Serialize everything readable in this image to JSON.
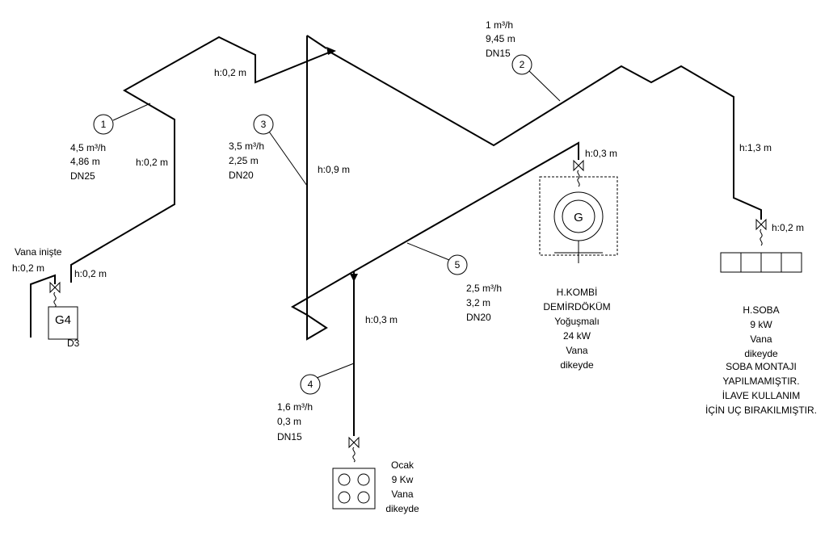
{
  "segments": [
    {
      "number": "1",
      "flow": "4,5 m³/h",
      "length": "4,86 m",
      "dn": "DN25"
    },
    {
      "number": "2",
      "flow": "1 m³/h",
      "length": "9,45 m",
      "dn": "DN15"
    },
    {
      "number": "3",
      "flow": "3,5 m³/h",
      "length": "2,25 m",
      "dn": "DN20"
    },
    {
      "number": "4",
      "flow": "1,6 m³/h",
      "length": "0,3 m",
      "dn": "DN15"
    },
    {
      "number": "5",
      "flow": "2,5 m³/h",
      "length": "3,2 m",
      "dn": "DN20"
    }
  ],
  "heights": {
    "h_top_left": "h:0,2 m",
    "h_seg1_riser": "h:0,2 m",
    "h_meter_left": "h:0,2 m",
    "h_meter_right": "h:0,2 m",
    "h_riser3": "h:0,9 m",
    "h_kombi": "h:0,3 m",
    "h_ocak": "h:0,3 m",
    "h_soba_riser": "h:1,3 m",
    "h_soba_drop": "h:0,2 m"
  },
  "meter": {
    "label": "G4",
    "sublabel": "D3",
    "note": "Vana inişte"
  },
  "kombi": {
    "symbol": "G",
    "lines": [
      "H.KOMBİ",
      "DEMİRDÖKÜM",
      "Yoğuşmalı",
      "24 kW",
      "Vana",
      "dikeyde"
    ]
  },
  "soba": {
    "lines": [
      "H.SOBA",
      "9 kW",
      "Vana",
      "dikeyde",
      "SOBA MONTAJI",
      "YAPILMAMIŞTIR.",
      "İLAVE KULLANIM",
      "İÇİN UÇ BIRAKILMIŞTIR."
    ]
  },
  "ocak": {
    "lines": [
      "Ocak",
      "9 Kw",
      "Vana",
      "dikeyde"
    ]
  }
}
